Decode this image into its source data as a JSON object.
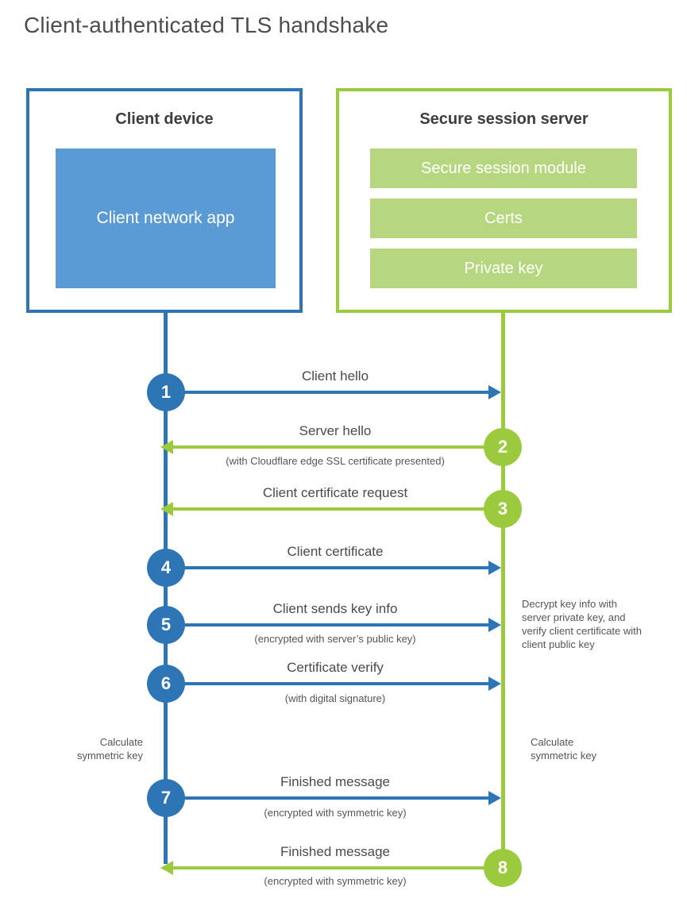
{
  "title": "Client-authenticated TLS handshake",
  "client_box": {
    "title": "Client device",
    "app_label": "Client network app"
  },
  "server_box": {
    "title": "Secure session server",
    "modules": [
      "Secure session module",
      "Certs",
      "Private key"
    ]
  },
  "steps": [
    {
      "num": "1",
      "label": "Client hello",
      "sub": "",
      "from": "client",
      "to": "server"
    },
    {
      "num": "2",
      "label": "Server hello",
      "sub": "(with Cloudflare edge SSL certificate presented)",
      "from": "server",
      "to": "client"
    },
    {
      "num": "3",
      "label": "Client certificate request",
      "sub": "",
      "from": "server",
      "to": "client"
    },
    {
      "num": "4",
      "label": "Client certificate",
      "sub": "",
      "from": "client",
      "to": "server"
    },
    {
      "num": "5",
      "label": "Client sends key info",
      "sub": "(encrypted with server’s public key)",
      "from": "client",
      "to": "server"
    },
    {
      "num": "6",
      "label": "Certificate verify",
      "sub": "(with digital signature)",
      "from": "client",
      "to": "server"
    },
    {
      "num": "7",
      "label": "Finished message",
      "sub": "(encrypted with symmetric key)",
      "from": "client",
      "to": "server"
    },
    {
      "num": "8",
      "label": "Finished message",
      "sub": "(encrypted with symmetric key)",
      "from": "server",
      "to": "client"
    }
  ],
  "notes": {
    "decrypt": "Decrypt key info with server private key, and verify client certificate with client public key",
    "calc_left": "Calculate symmetric key",
    "calc_right": "Calculate symmetric key"
  },
  "colors": {
    "blue": "#2e75b6",
    "blue-fill": "#5b9bd5",
    "green": "#9bca3e",
    "green-fill": "#b6d77f"
  }
}
